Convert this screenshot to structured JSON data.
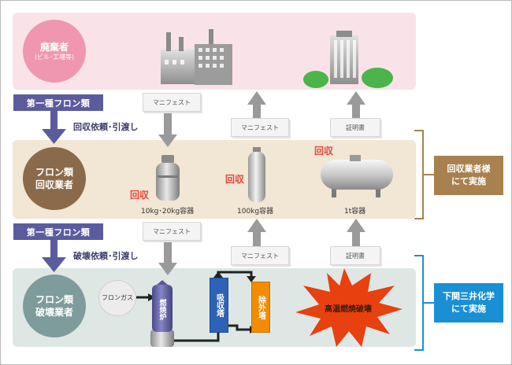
{
  "discharger": {
    "name": "廃棄者",
    "sub": "(ビル･工場等)"
  },
  "collector": {
    "line1": "フロン類",
    "line2": "回収業者"
  },
  "destroyer": {
    "line1": "フロン類",
    "line2": "破壊業者"
  },
  "tag1": "第一種フロン類",
  "tag2": "第一種フロン類",
  "request1": "回収依頼･引渡し",
  "request2": "破壊依頼･引渡し",
  "manifest": "マニフェスト",
  "certificate": "証明書",
  "recover": "回収",
  "containers": {
    "small": "10kg･20kg容器",
    "medium": "100kg容器",
    "large": "1t容器"
  },
  "freon_gas": "フロンガス",
  "incinerator": "燃焼炉",
  "absorber": "吸収塔",
  "remover": "除外塔",
  "destruction": "高温燃焼破壊",
  "side1": {
    "line1": "回収業者様",
    "line2": "にて実施"
  },
  "side2": {
    "line1": "下関三井化学",
    "line2": "にて実施"
  },
  "colors": {
    "top_band": "#f9e3e8",
    "mid_band": "#f2e6d4",
    "bot_band": "#dfe7e5",
    "pink": "#ef97b0",
    "brown": "#8a6a4a",
    "teal": "#7f9c9c",
    "purple": "#5b5c9e",
    "side_brown": "#a8814f",
    "side_blue": "#1a8fd4",
    "orange": "#f28c00",
    "red": "#e4483a"
  }
}
